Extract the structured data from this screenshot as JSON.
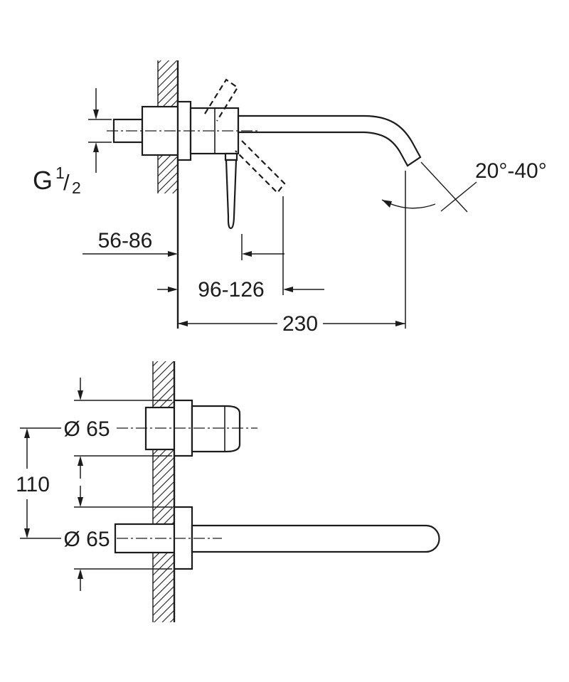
{
  "colors": {
    "line": "#1c1c1c",
    "background": "#ffffff"
  },
  "drawing": {
    "labels": {
      "thread": {
        "prefix": "G",
        "numerator": "1",
        "separator": "/",
        "denominator": "2"
      },
      "handle_depth": "56-86",
      "lever_depth": "96-126",
      "spout_length": "230",
      "spout_angle": "20°-40°",
      "handle_diameter": "Ø 65",
      "center_distance": "110",
      "spout_diameter": "Ø 65"
    }
  }
}
